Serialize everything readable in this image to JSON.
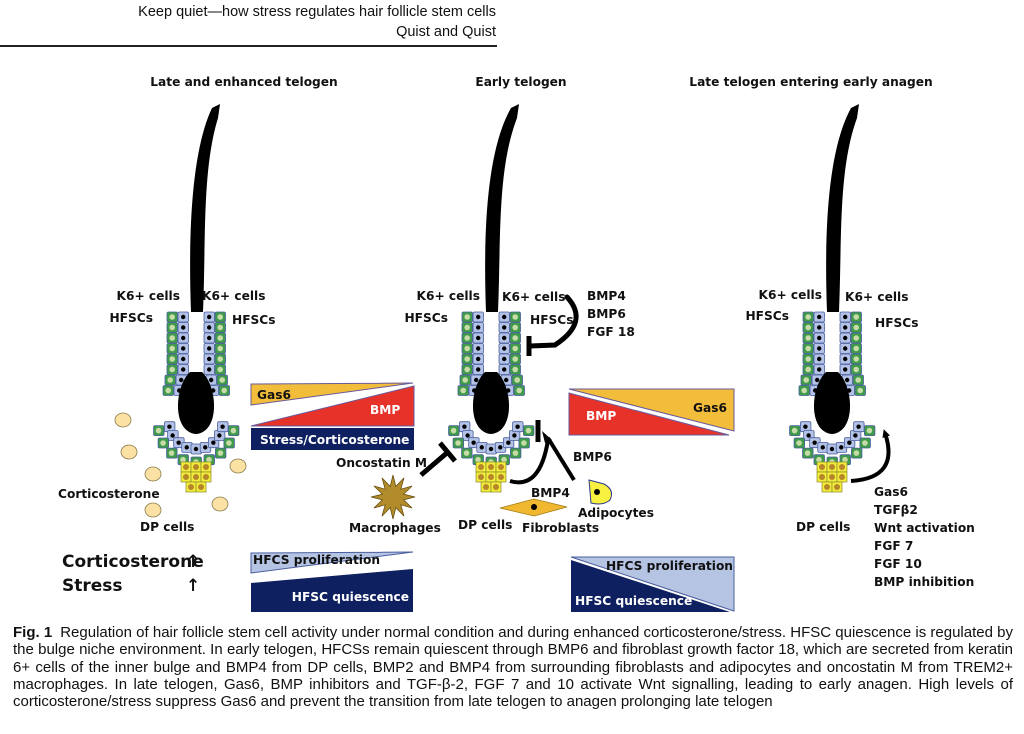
{
  "running_head": {
    "title": "Keep quiet—how stress regulates hair follicle stem cells",
    "authors": "Quist and Quist"
  },
  "figure": {
    "panels": [
      {
        "id": "left",
        "title": "Late and enhanced telogen",
        "labels": {
          "k6_left": "K6+ cells",
          "k6_right": "K6+ cells",
          "hfsc_left": "HFSCs",
          "hfsc_right": "HFSCs",
          "corticosterone": "Corticosterone",
          "dp_cells": "DP cells"
        },
        "gradient_bars": {
          "gas6": "Gas6",
          "bmp": "BMP",
          "stress": "Stress/Corticosterone"
        },
        "legend": {
          "corticosterone": "Corticosterone",
          "stress": "Stress",
          "arrow": "↑"
        },
        "proliferation_bar": {
          "proliferation": "HFCS proliferation",
          "quiescence": "HFSC quiescence"
        }
      },
      {
        "id": "middle",
        "title": "Early telogen",
        "labels": {
          "k6_left": "K6+ cells",
          "k6_right": "K6+ cells",
          "hfsc_left": "HFSCs",
          "hfsc_right": "HFSCs",
          "secreted": [
            "BMP4",
            "BMP6",
            "FGF 18"
          ],
          "oncostatin": "Oncostatin M",
          "macrophages": "Macrophages",
          "dp_cells": "DP cells",
          "bmp4": "BMP4",
          "bmp6": "BMP6",
          "fibroblasts": "Fibroblasts",
          "adipocytes": "Adipocytes"
        },
        "gradient_bars": {
          "bmp": "BMP",
          "gas6": "Gas6"
        },
        "proliferation_bar": {
          "proliferation": "HFCS proliferation",
          "quiescence": "HFSC quiescence"
        }
      },
      {
        "id": "right",
        "title": "Late telogen entering early anagen",
        "labels": {
          "k6_left": "K6+ cells",
          "k6_right": "K6+ cells",
          "hfsc_left": "HFSCs",
          "hfsc_right": "HFSCs",
          "dp_cells": "DP cells",
          "factors": [
            "Gas6",
            "TGFβ2",
            "Wnt activation",
            "FGF 7",
            "FGF 10",
            "BMP inhibition"
          ]
        }
      }
    ],
    "colors": {
      "outer_cell": "#3f9a4a",
      "outer_nucleus": "#c6dba8",
      "inner_cell": "#b3c2e6",
      "cell_border": "#4a5f9e",
      "dp_cell": "#f3ec3a",
      "dp_nucleus": "#b5862a",
      "hair": "#000000",
      "gas6": "#f2bd3a",
      "bmp": "#e7322a",
      "stress": "#0e2060",
      "proliferation": "#b6c4e4",
      "quiescence": "#0e2060",
      "corticosterone_dot": "#fbe2a4",
      "macrophage": "#b28c2a",
      "fibroblast": "#f0b830",
      "adipocyte": "#f8f040"
    }
  },
  "caption": {
    "label": "Fig. 1",
    "text": "Regulation of hair follicle stem cell activity under normal condition and during enhanced corticosterone/stress. HFSC quiescence is regulated by the bulge niche environment. In early telogen, HFCSs remain quiescent through BMP6 and fibroblast growth factor 18, which are secreted from keratin 6+ cells of the inner bulge and BMP4 from DP cells, BMP2 and BMP4 from surrounding fibroblasts and adipocytes and oncostatin M from TREM2+ macrophages. In late telogen, Gas6, BMP inhibitors and TGF-β-2, FGF 7 and 10 activate Wnt signalling, leading to early anagen. High levels of corticosterone/stress suppress Gas6 and prevent the transition from late telogen to anagen prolonging late telogen"
  }
}
